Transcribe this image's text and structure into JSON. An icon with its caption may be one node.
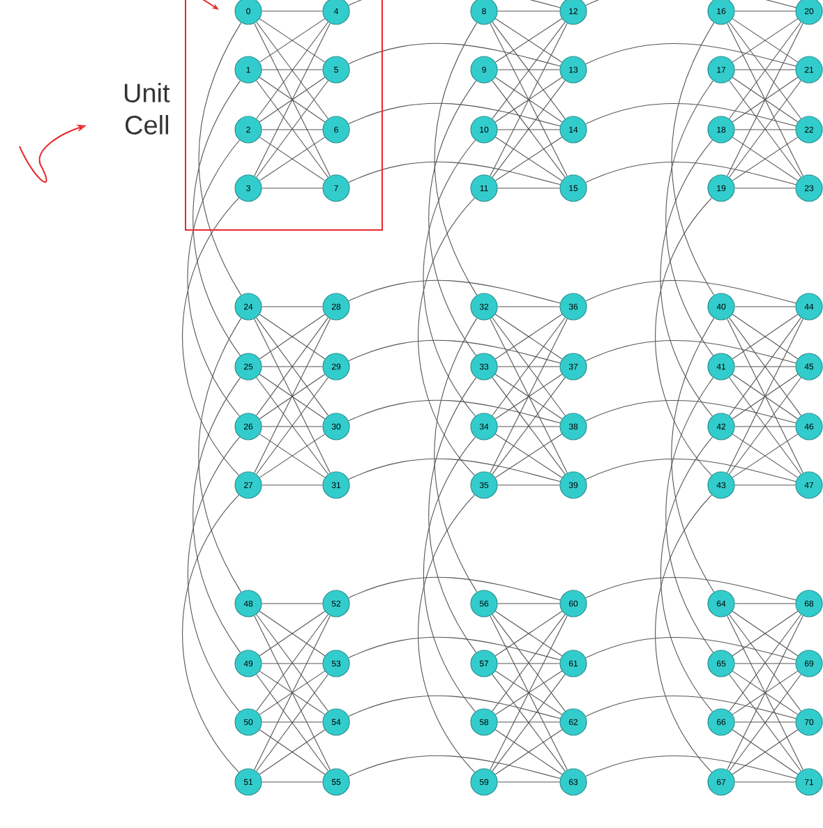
{
  "diagram": {
    "nodes": [
      {
        "text": [
          "0"
        ]
      },
      {
        "text": [
          "1"
        ]
      },
      {
        "text": [
          "2"
        ]
      },
      {
        "text": [
          "3"
        ]
      },
      {
        "text": [
          "4"
        ]
      },
      {
        "text": [
          "5"
        ]
      },
      {
        "text": [
          "6"
        ]
      },
      {
        "text": [
          "7"
        ]
      },
      {
        "text": [
          "8"
        ]
      },
      {
        "text": [
          "9"
        ]
      },
      {
        "text": [
          "10"
        ]
      },
      {
        "text": [
          "11"
        ]
      },
      {
        "text": [
          "12"
        ]
      },
      {
        "text": [
          "13"
        ]
      },
      {
        "text": [
          "14"
        ]
      },
      {
        "text": [
          "15"
        ]
      },
      {
        "text": [
          "16"
        ]
      },
      {
        "text": [
          "17"
        ]
      },
      {
        "text": [
          "18"
        ]
      },
      {
        "text": [
          "19"
        ]
      },
      {
        "text": [
          "20"
        ]
      },
      {
        "text": [
          "21"
        ]
      },
      {
        "text": [
          "22"
        ]
      },
      {
        "text": [
          "23"
        ]
      },
      {
        "text": [
          "24"
        ]
      },
      {
        "text": [
          "25"
        ]
      },
      {
        "text": [
          "26"
        ]
      },
      {
        "text": [
          "27"
        ]
      },
      {
        "text": [
          "28"
        ]
      },
      {
        "text": [
          "29"
        ]
      },
      {
        "text": [
          "30"
        ]
      },
      {
        "text": [
          "31"
        ]
      },
      {
        "text": [
          "32"
        ]
      },
      {
        "text": [
          "33"
        ]
      },
      {
        "text": [
          "34"
        ]
      },
      {
        "text": [
          "35"
        ]
      },
      {
        "text": [
          "36"
        ]
      },
      {
        "text": [
          "37"
        ]
      },
      {
        "text": [
          "38"
        ]
      },
      {
        "text": [
          "39"
        ]
      },
      {
        "text": [
          "40"
        ]
      },
      {
        "text": [
          "41"
        ]
      },
      {
        "text": [
          "42"
        ]
      },
      {
        "text": [
          "43"
        ]
      },
      {
        "text": [
          "44"
        ]
      },
      {
        "text": [
          "45"
        ]
      },
      {
        "text": [
          "46"
        ]
      },
      {
        "text": [
          "47"
        ]
      },
      {
        "text": [
          "48"
        ]
      },
      {
        "text": [
          "49"
        ]
      },
      {
        "text": [
          "50"
        ]
      },
      {
        "text": [
          "51"
        ]
      },
      {
        "text": [
          "52"
        ]
      },
      {
        "text": [
          "53"
        ]
      },
      {
        "text": [
          "54"
        ]
      },
      {
        "text": [
          "55"
        ]
      },
      {
        "text": [
          "56"
        ]
      },
      {
        "text": [
          "57"
        ]
      },
      {
        "text": [
          "58"
        ]
      },
      {
        "text": [
          "59"
        ]
      },
      {
        "text": [
          "60"
        ]
      },
      {
        "text": [
          "61"
        ]
      },
      {
        "text": [
          "62"
        ]
      },
      {
        "text": [
          "63"
        ]
      },
      {
        "text": [
          "64"
        ]
      },
      {
        "text": [
          "65"
        ]
      },
      {
        "text": [
          "66"
        ]
      },
      {
        "text": [
          "67"
        ]
      },
      {
        "text": [
          "68"
        ]
      },
      {
        "text": [
          "69"
        ]
      },
      {
        "text": [
          "70"
        ]
      },
      {
        "text": [
          "71"
        ]
      }
    ],
    "edges": [
      {
        "from": 0,
        "to": 4,
        "arrow": "none"
      },
      {
        "from": 0,
        "to": 5,
        "arrow": "none"
      },
      {
        "from": 0,
        "to": 6,
        "arrow": "none"
      },
      {
        "from": 0,
        "to": 7,
        "arrow": "none"
      },
      {
        "from": 1,
        "to": 4,
        "arrow": "none"
      },
      {
        "from": 1,
        "to": 5,
        "arrow": "none"
      },
      {
        "from": 1,
        "to": 6,
        "arrow": "none"
      },
      {
        "from": 1,
        "to": 7,
        "arrow": "none"
      },
      {
        "from": 2,
        "to": 4,
        "arrow": "none"
      },
      {
        "from": 2,
        "to": 5,
        "arrow": "none"
      },
      {
        "from": 2,
        "to": 6,
        "arrow": "none"
      },
      {
        "from": 2,
        "to": 7,
        "arrow": "none"
      },
      {
        "from": 3,
        "to": 4,
        "arrow": "none"
      },
      {
        "from": 3,
        "to": 5,
        "arrow": "none"
      },
      {
        "from": 3,
        "to": 6,
        "arrow": "none"
      },
      {
        "from": 3,
        "to": 7,
        "arrow": "none"
      },
      {
        "from": 8,
        "to": 12,
        "arrow": "none"
      },
      {
        "from": 8,
        "to": 13,
        "arrow": "none"
      },
      {
        "from": 8,
        "to": 14,
        "arrow": "none"
      },
      {
        "from": 8,
        "to": 15,
        "arrow": "none"
      },
      {
        "from": 9,
        "to": 12,
        "arrow": "none"
      },
      {
        "from": 9,
        "to": 13,
        "arrow": "none"
      },
      {
        "from": 9,
        "to": 14,
        "arrow": "none"
      },
      {
        "from": 9,
        "to": 15,
        "arrow": "none"
      },
      {
        "from": 10,
        "to": 12,
        "arrow": "none"
      },
      {
        "from": 10,
        "to": 13,
        "arrow": "none"
      },
      {
        "from": 10,
        "to": 14,
        "arrow": "none"
      },
      {
        "from": 10,
        "to": 15,
        "arrow": "none"
      },
      {
        "from": 11,
        "to": 12,
        "arrow": "none"
      },
      {
        "from": 11,
        "to": 13,
        "arrow": "none"
      },
      {
        "from": 11,
        "to": 14,
        "arrow": "none"
      },
      {
        "from": 11,
        "to": 15,
        "arrow": "none"
      },
      {
        "from": 16,
        "to": 20,
        "arrow": "none"
      },
      {
        "from": 16,
        "to": 21,
        "arrow": "none"
      },
      {
        "from": 16,
        "to": 22,
        "arrow": "none"
      },
      {
        "from": 16,
        "to": 23,
        "arrow": "none"
      },
      {
        "from": 17,
        "to": 20,
        "arrow": "none"
      },
      {
        "from": 17,
        "to": 21,
        "arrow": "none"
      },
      {
        "from": 17,
        "to": 22,
        "arrow": "none"
      },
      {
        "from": 17,
        "to": 23,
        "arrow": "none"
      },
      {
        "from": 18,
        "to": 20,
        "arrow": "none"
      },
      {
        "from": 18,
        "to": 21,
        "arrow": "none"
      },
      {
        "from": 18,
        "to": 22,
        "arrow": "none"
      },
      {
        "from": 18,
        "to": 23,
        "arrow": "none"
      },
      {
        "from": 19,
        "to": 20,
        "arrow": "none"
      },
      {
        "from": 19,
        "to": 21,
        "arrow": "none"
      },
      {
        "from": 19,
        "to": 22,
        "arrow": "none"
      },
      {
        "from": 19,
        "to": 23,
        "arrow": "none"
      },
      {
        "from": 24,
        "to": 28,
        "arrow": "none"
      },
      {
        "from": 24,
        "to": 29,
        "arrow": "none"
      },
      {
        "from": 24,
        "to": 30,
        "arrow": "none"
      },
      {
        "from": 24,
        "to": 31,
        "arrow": "none"
      },
      {
        "from": 25,
        "to": 28,
        "arrow": "none"
      },
      {
        "from": 25,
        "to": 29,
        "arrow": "none"
      },
      {
        "from": 25,
        "to": 30,
        "arrow": "none"
      },
      {
        "from": 25,
        "to": 31,
        "arrow": "none"
      },
      {
        "from": 26,
        "to": 28,
        "arrow": "none"
      },
      {
        "from": 26,
        "to": 29,
        "arrow": "none"
      },
      {
        "from": 26,
        "to": 30,
        "arrow": "none"
      },
      {
        "from": 26,
        "to": 31,
        "arrow": "none"
      },
      {
        "from": 27,
        "to": 28,
        "arrow": "none"
      },
      {
        "from": 27,
        "to": 29,
        "arrow": "none"
      },
      {
        "from": 27,
        "to": 30,
        "arrow": "none"
      },
      {
        "from": 27,
        "to": 31,
        "arrow": "none"
      },
      {
        "from": 32,
        "to": 36,
        "arrow": "none"
      },
      {
        "from": 32,
        "to": 37,
        "arrow": "none"
      },
      {
        "from": 32,
        "to": 38,
        "arrow": "none"
      },
      {
        "from": 32,
        "to": 39,
        "arrow": "none"
      },
      {
        "from": 33,
        "to": 36,
        "arrow": "none"
      },
      {
        "from": 33,
        "to": 37,
        "arrow": "none"
      },
      {
        "from": 33,
        "to": 38,
        "arrow": "none"
      },
      {
        "from": 33,
        "to": 39,
        "arrow": "none"
      },
      {
        "from": 34,
        "to": 36,
        "arrow": "none"
      },
      {
        "from": 34,
        "to": 37,
        "arrow": "none"
      },
      {
        "from": 34,
        "to": 38,
        "arrow": "none"
      },
      {
        "from": 34,
        "to": 39,
        "arrow": "none"
      },
      {
        "from": 35,
        "to": 36,
        "arrow": "none"
      },
      {
        "from": 35,
        "to": 37,
        "arrow": "none"
      },
      {
        "from": 35,
        "to": 38,
        "arrow": "none"
      },
      {
        "from": 35,
        "to": 39,
        "arrow": "none"
      },
      {
        "from": 40,
        "to": 44,
        "arrow": "none"
      },
      {
        "from": 40,
        "to": 45,
        "arrow": "none"
      },
      {
        "from": 40,
        "to": 46,
        "arrow": "none"
      },
      {
        "from": 40,
        "to": 47,
        "arrow": "none"
      },
      {
        "from": 41,
        "to": 44,
        "arrow": "none"
      },
      {
        "from": 41,
        "to": 45,
        "arrow": "none"
      },
      {
        "from": 41,
        "to": 46,
        "arrow": "none"
      },
      {
        "from": 41,
        "to": 47,
        "arrow": "none"
      },
      {
        "from": 42,
        "to": 44,
        "arrow": "none"
      },
      {
        "from": 42,
        "to": 45,
        "arrow": "none"
      },
      {
        "from": 42,
        "to": 46,
        "arrow": "none"
      },
      {
        "from": 42,
        "to": 47,
        "arrow": "none"
      },
      {
        "from": 43,
        "to": 44,
        "arrow": "none"
      },
      {
        "from": 43,
        "to": 45,
        "arrow": "none"
      },
      {
        "from": 43,
        "to": 46,
        "arrow": "none"
      },
      {
        "from": 43,
        "to": 47,
        "arrow": "none"
      },
      {
        "from": 48,
        "to": 52,
        "arrow": "none"
      },
      {
        "from": 48,
        "to": 53,
        "arrow": "none"
      },
      {
        "from": 48,
        "to": 54,
        "arrow": "none"
      },
      {
        "from": 48,
        "to": 55,
        "arrow": "none"
      },
      {
        "from": 49,
        "to": 52,
        "arrow": "none"
      },
      {
        "from": 49,
        "to": 53,
        "arrow": "none"
      },
      {
        "from": 49,
        "to": 54,
        "arrow": "none"
      },
      {
        "from": 49,
        "to": 55,
        "arrow": "none"
      },
      {
        "from": 50,
        "to": 52,
        "arrow": "none"
      },
      {
        "from": 50,
        "to": 53,
        "arrow": "none"
      },
      {
        "from": 50,
        "to": 54,
        "arrow": "none"
      },
      {
        "from": 50,
        "to": 55,
        "arrow": "none"
      },
      {
        "from": 51,
        "to": 52,
        "arrow": "none"
      },
      {
        "from": 51,
        "to": 53,
        "arrow": "none"
      },
      {
        "from": 51,
        "to": 54,
        "arrow": "none"
      },
      {
        "from": 51,
        "to": 55,
        "arrow": "none"
      },
      {
        "from": 56,
        "to": 60,
        "arrow": "none"
      },
      {
        "from": 56,
        "to": 61,
        "arrow": "none"
      },
      {
        "from": 56,
        "to": 62,
        "arrow": "none"
      },
      {
        "from": 56,
        "to": 63,
        "arrow": "none"
      },
      {
        "from": 57,
        "to": 60,
        "arrow": "none"
      },
      {
        "from": 57,
        "to": 61,
        "arrow": "none"
      },
      {
        "from": 57,
        "to": 62,
        "arrow": "none"
      },
      {
        "from": 57,
        "to": 63,
        "arrow": "none"
      },
      {
        "from": 58,
        "to": 60,
        "arrow": "none"
      },
      {
        "from": 58,
        "to": 61,
        "arrow": "none"
      },
      {
        "from": 58,
        "to": 62,
        "arrow": "none"
      },
      {
        "from": 58,
        "to": 63,
        "arrow": "none"
      },
      {
        "from": 59,
        "to": 60,
        "arrow": "none"
      },
      {
        "from": 59,
        "to": 61,
        "arrow": "none"
      },
      {
        "from": 59,
        "to": 62,
        "arrow": "none"
      },
      {
        "from": 59,
        "to": 63,
        "arrow": "none"
      },
      {
        "from": 64,
        "to": 68,
        "arrow": "none"
      },
      {
        "from": 64,
        "to": 69,
        "arrow": "none"
      },
      {
        "from": 64,
        "to": 70,
        "arrow": "none"
      },
      {
        "from": 64,
        "to": 71,
        "arrow": "none"
      },
      {
        "from": 65,
        "to": 68,
        "arrow": "none"
      },
      {
        "from": 65,
        "to": 69,
        "arrow": "none"
      },
      {
        "from": 65,
        "to": 70,
        "arrow": "none"
      },
      {
        "from": 65,
        "to": 71,
        "arrow": "none"
      },
      {
        "from": 66,
        "to": 68,
        "arrow": "none"
      },
      {
        "from": 66,
        "to": 69,
        "arrow": "none"
      },
      {
        "from": 66,
        "to": 70,
        "arrow": "none"
      },
      {
        "from": 66,
        "to": 71,
        "arrow": "none"
      },
      {
        "from": 67,
        "to": 68,
        "arrow": "none"
      },
      {
        "from": 67,
        "to": 69,
        "arrow": "none"
      },
      {
        "from": 67,
        "to": 70,
        "arrow": "none"
      },
      {
        "from": 67,
        "to": 71,
        "arrow": "none"
      },
      {
        "from": 0,
        "to": 24,
        "arrow": "none"
      },
      {
        "from": 1,
        "to": 25,
        "arrow": "none"
      },
      {
        "from": 2,
        "to": 26,
        "arrow": "none"
      },
      {
        "from": 3,
        "to": 27,
        "arrow": "none"
      },
      {
        "from": 8,
        "to": 32,
        "arrow": "none"
      },
      {
        "from": 9,
        "to": 33,
        "arrow": "none"
      },
      {
        "from": 10,
        "to": 34,
        "arrow": "none"
      },
      {
        "from": 11,
        "to": 35,
        "arrow": "none"
      },
      {
        "from": 16,
        "to": 40,
        "arrow": "none"
      },
      {
        "from": 17,
        "to": 41,
        "arrow": "none"
      },
      {
        "from": 18,
        "to": 42,
        "arrow": "none"
      },
      {
        "from": 19,
        "to": 43,
        "arrow": "none"
      },
      {
        "from": 24,
        "to": 48,
        "arrow": "none"
      },
      {
        "from": 25,
        "to": 49,
        "arrow": "none"
      },
      {
        "from": 26,
        "to": 50,
        "arrow": "none"
      },
      {
        "from": 27,
        "to": 51,
        "arrow": "none"
      },
      {
        "from": 32,
        "to": 56,
        "arrow": "none"
      },
      {
        "from": 33,
        "to": 57,
        "arrow": "none"
      },
      {
        "from": 34,
        "to": 58,
        "arrow": "none"
      },
      {
        "from": 35,
        "to": 59,
        "arrow": "none"
      },
      {
        "from": 40,
        "to": 64,
        "arrow": "none"
      },
      {
        "from": 41,
        "to": 65,
        "arrow": "none"
      },
      {
        "from": 42,
        "to": 66,
        "arrow": "none"
      },
      {
        "from": 43,
        "to": 67,
        "arrow": "none"
      },
      {
        "from": 4,
        "to": 12,
        "arrow": "none"
      },
      {
        "from": 5,
        "to": 13,
        "arrow": "none"
      },
      {
        "from": 6,
        "to": 14,
        "arrow": "none"
      },
      {
        "from": 7,
        "to": 15,
        "arrow": "none"
      },
      {
        "from": 12,
        "to": 20,
        "arrow": "none"
      },
      {
        "from": 13,
        "to": 21,
        "arrow": "none"
      },
      {
        "from": 14,
        "to": 22,
        "arrow": "none"
      },
      {
        "from": 15,
        "to": 23,
        "arrow": "none"
      },
      {
        "from": 28,
        "to": 36,
        "arrow": "none"
      },
      {
        "from": 29,
        "to": 37,
        "arrow": "none"
      },
      {
        "from": 30,
        "to": 38,
        "arrow": "none"
      },
      {
        "from": 31,
        "to": 39,
        "arrow": "none"
      },
      {
        "from": 36,
        "to": 44,
        "arrow": "none"
      },
      {
        "from": 37,
        "to": 45,
        "arrow": "none"
      },
      {
        "from": 38,
        "to": 46,
        "arrow": "none"
      },
      {
        "from": 39,
        "to": 47,
        "arrow": "none"
      },
      {
        "from": 52,
        "to": 60,
        "arrow": "none"
      },
      {
        "from": 53,
        "to": 61,
        "arrow": "none"
      },
      {
        "from": 54,
        "to": 62,
        "arrow": "none"
      },
      {
        "from": 55,
        "to": 63,
        "arrow": "none"
      },
      {
        "from": 60,
        "to": 68,
        "arrow": "none"
      },
      {
        "from": 61,
        "to": 69,
        "arrow": "none"
      },
      {
        "from": 62,
        "to": 70,
        "arrow": "none"
      },
      {
        "from": 63,
        "to": 71,
        "arrow": "none"
      }
    ],
    "labels": [
      "Unit Cell"
    ]
  }
}
